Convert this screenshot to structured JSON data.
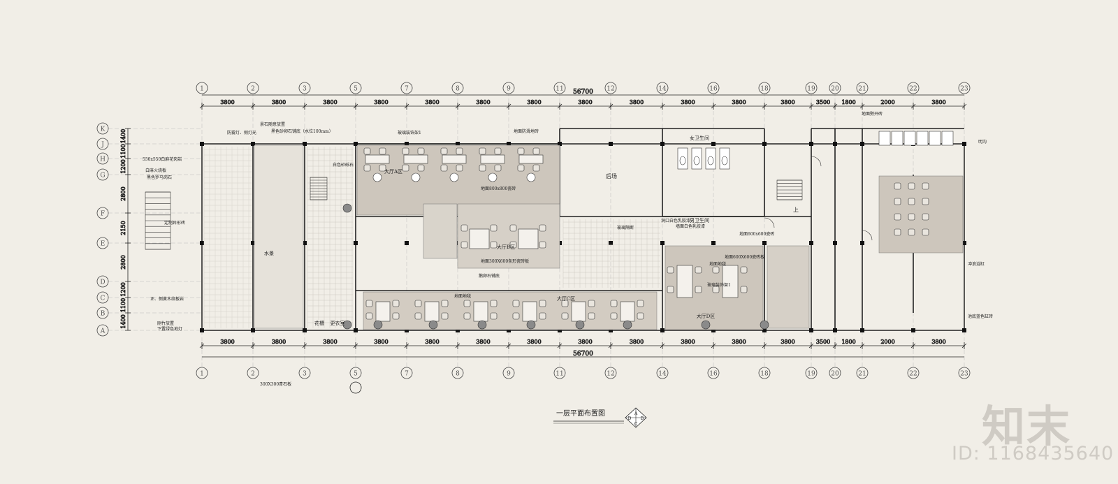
{
  "title": "一层平面布置图",
  "total_dimension": "56700",
  "axis_x": [
    "1",
    "2",
    "3",
    "5",
    "7",
    "8",
    "9",
    "11",
    "12",
    "14",
    "16",
    "18",
    "19",
    "20",
    "21",
    "22",
    "23"
  ],
  "dims_x": [
    "3800",
    "3800",
    "3800",
    "3800",
    "3800",
    "3800",
    "3800",
    "3800",
    "3800",
    "3800",
    "3800",
    "3800",
    "3500",
    "1800",
    "2000",
    "3800",
    "3800"
  ],
  "axis_y": [
    "K",
    "J",
    "H",
    "G",
    "F",
    "E",
    "D",
    "C",
    "B",
    "A"
  ],
  "dims_y": [
    "1400",
    "1100",
    "1200",
    "2800",
    "2150",
    "2800",
    "1200",
    "1100",
    "1400"
  ],
  "rooms": {
    "backyard": "后场",
    "hall_a": "大厅A区",
    "hall_b": "大厅B区",
    "hall_c": "大厅C区",
    "hall_d": "大厅D区",
    "male_wc": "男卫生间",
    "female_wc": "女卫生间",
    "water_feature": "水景",
    "dressing": "更衣室",
    "up": "上",
    "kitchen": "花槽"
  },
  "notes": [
    "景石随意放置",
    "防雾灯、侧灯光",
    "黑色砂卵石铺底（水位100mm）",
    "550x550白麻花岗岩",
    "白麻火烧板",
    "黑色罗马岗石",
    "定制异形砖",
    "正、侧黄木纹板岩",
    "刚竹放置",
    "下置绿色地灯",
    "玻璃装饰架1",
    "地面防滑地砖",
    "白色砂砾石",
    "地面800x800瓷砖",
    "地面300X600条形瓷砖板",
    "鹅卵石铺底",
    "地面地毯",
    "玻璃隔断",
    "洞口白色乳胶漆",
    "墙面白色乳胶漆",
    "地面600x600瓷砖",
    "地面600X600瓷砖板",
    "地面地毯",
    "玻璃装饰架1",
    "地面劈开砖",
    "池底蓝色缸砖",
    "冲浪浴缸",
    "明沟",
    "300X300青石板"
  ],
  "watermark": {
    "logo": "知末",
    "id": "ID: 1168435640"
  }
}
